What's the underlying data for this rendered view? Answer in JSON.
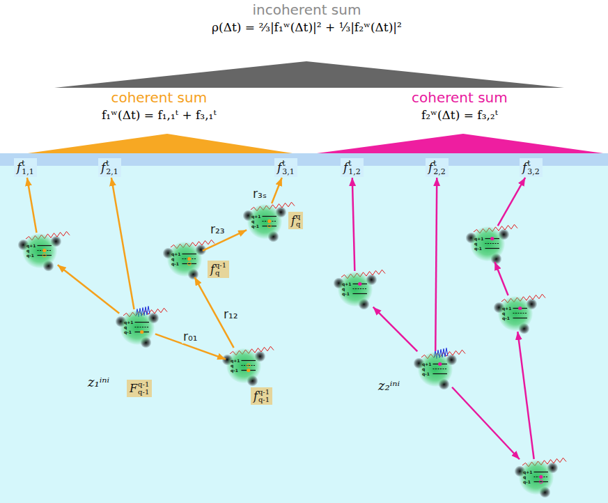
{
  "diagram": {
    "nodes": [
      {
        "text": [
          "incoherent sum",
          "ρ(Δt) = ⅔|f₁ʷ(Δt)|² + ⅓|f₂ʷ(Δt)|²"
        ]
      },
      {
        "text": [
          "coherent sum",
          "f₁ʷ(Δt) = f₁,₁ᵗ + f₃,₁ᵗ"
        ]
      },
      {
        "text": [
          "coherent sum",
          "f₂ʷ(Δt) = f₃,₂ᵗ"
        ]
      },
      {
        "text": [
          "f",
          "t",
          "1,1"
        ]
      },
      {
        "text": [
          "f",
          "t",
          "2,1"
        ]
      },
      {
        "text": [
          "f",
          "t",
          "3,1"
        ]
      },
      {
        "text": [
          "f",
          "t",
          "1,2"
        ]
      },
      {
        "text": [
          "f",
          "t",
          "2,2"
        ]
      },
      {
        "text": [
          "f",
          "t",
          "3,2"
        ]
      },
      {
        "text": [
          "q+1",
          "q",
          "q-1"
        ]
      },
      {
        "text": [
          "q+1",
          "q",
          "q-1"
        ]
      },
      {
        "text": [
          "q+1",
          "q",
          "q-1"
        ]
      },
      {
        "text": [
          "q+1",
          "q",
          "q-1"
        ]
      },
      {
        "text": [
          "q+1",
          "q",
          "q-1"
        ]
      },
      {
        "text": [
          "q+1",
          "q",
          "q-1"
        ]
      },
      {
        "text": [
          "q+1",
          "q",
          "q-1"
        ]
      },
      {
        "text": [
          "q+1",
          "q",
          "q-1"
        ]
      },
      {
        "text": [
          "q+1",
          "q",
          "q-1"
        ]
      },
      {
        "text": [
          "q+1",
          "q",
          "q-1"
        ]
      },
      {
        "text": [
          "F",
          "q-1",
          "q-1"
        ]
      },
      {
        "text": [
          "f",
          "q-1",
          "q-1"
        ]
      },
      {
        "text": [
          "f",
          "q-1",
          "q"
        ]
      },
      {
        "text": [
          "f",
          "q",
          "q"
        ]
      }
    ],
    "edges": [
      {
        "from": 9,
        "to": 10,
        "arrow": "to"
      },
      {
        "from": 10,
        "to": 3,
        "arrow": "to"
      },
      {
        "from": 9,
        "to": 4,
        "arrow": "to"
      },
      {
        "from": 9,
        "to": 11,
        "label": "r₀₁",
        "arrow": "to"
      },
      {
        "from": 11,
        "to": 12,
        "label": "r₁₂",
        "arrow": "to"
      },
      {
        "from": 12,
        "to": 13,
        "label": "r₂₃",
        "arrow": "to"
      },
      {
        "from": 13,
        "to": 5,
        "label": "r₃ₛ",
        "arrow": "to"
      },
      {
        "from": 14,
        "to": 15,
        "arrow": "to"
      },
      {
        "from": 15,
        "to": 6,
        "arrow": "to"
      },
      {
        "from": 14,
        "to": 7,
        "arrow": "to"
      },
      {
        "from": 14,
        "to": 16,
        "arrow": "to"
      },
      {
        "from": 16,
        "to": 17,
        "arrow": "to"
      },
      {
        "from": 17,
        "to": 18,
        "arrow": "to"
      },
      {
        "from": 18,
        "to": 8,
        "arrow": "to"
      }
    ],
    "labels": [
      "z₁ⁱⁿⁱ",
      "z₂ⁱⁿⁱ"
    ]
  }
}
